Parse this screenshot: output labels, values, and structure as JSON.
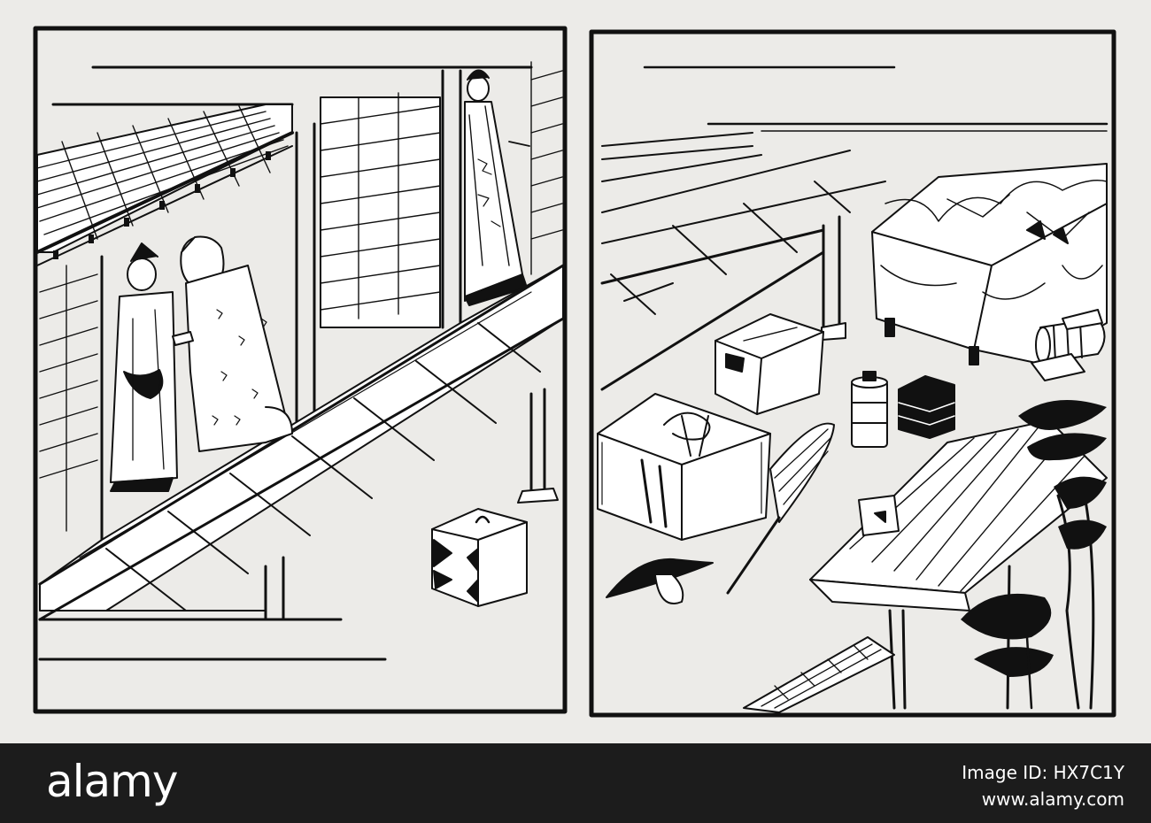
{
  "image": {
    "description_colors": {
      "ink": "#111111",
      "paper": "#ecebe8",
      "bar": "#1c1c1c",
      "bar_text": "#ffffff"
    }
  },
  "watermark_bar": {
    "logo": "alamy",
    "image_id_label": "Image ID: HX7C1Y",
    "site": "www.alamy.com"
  }
}
